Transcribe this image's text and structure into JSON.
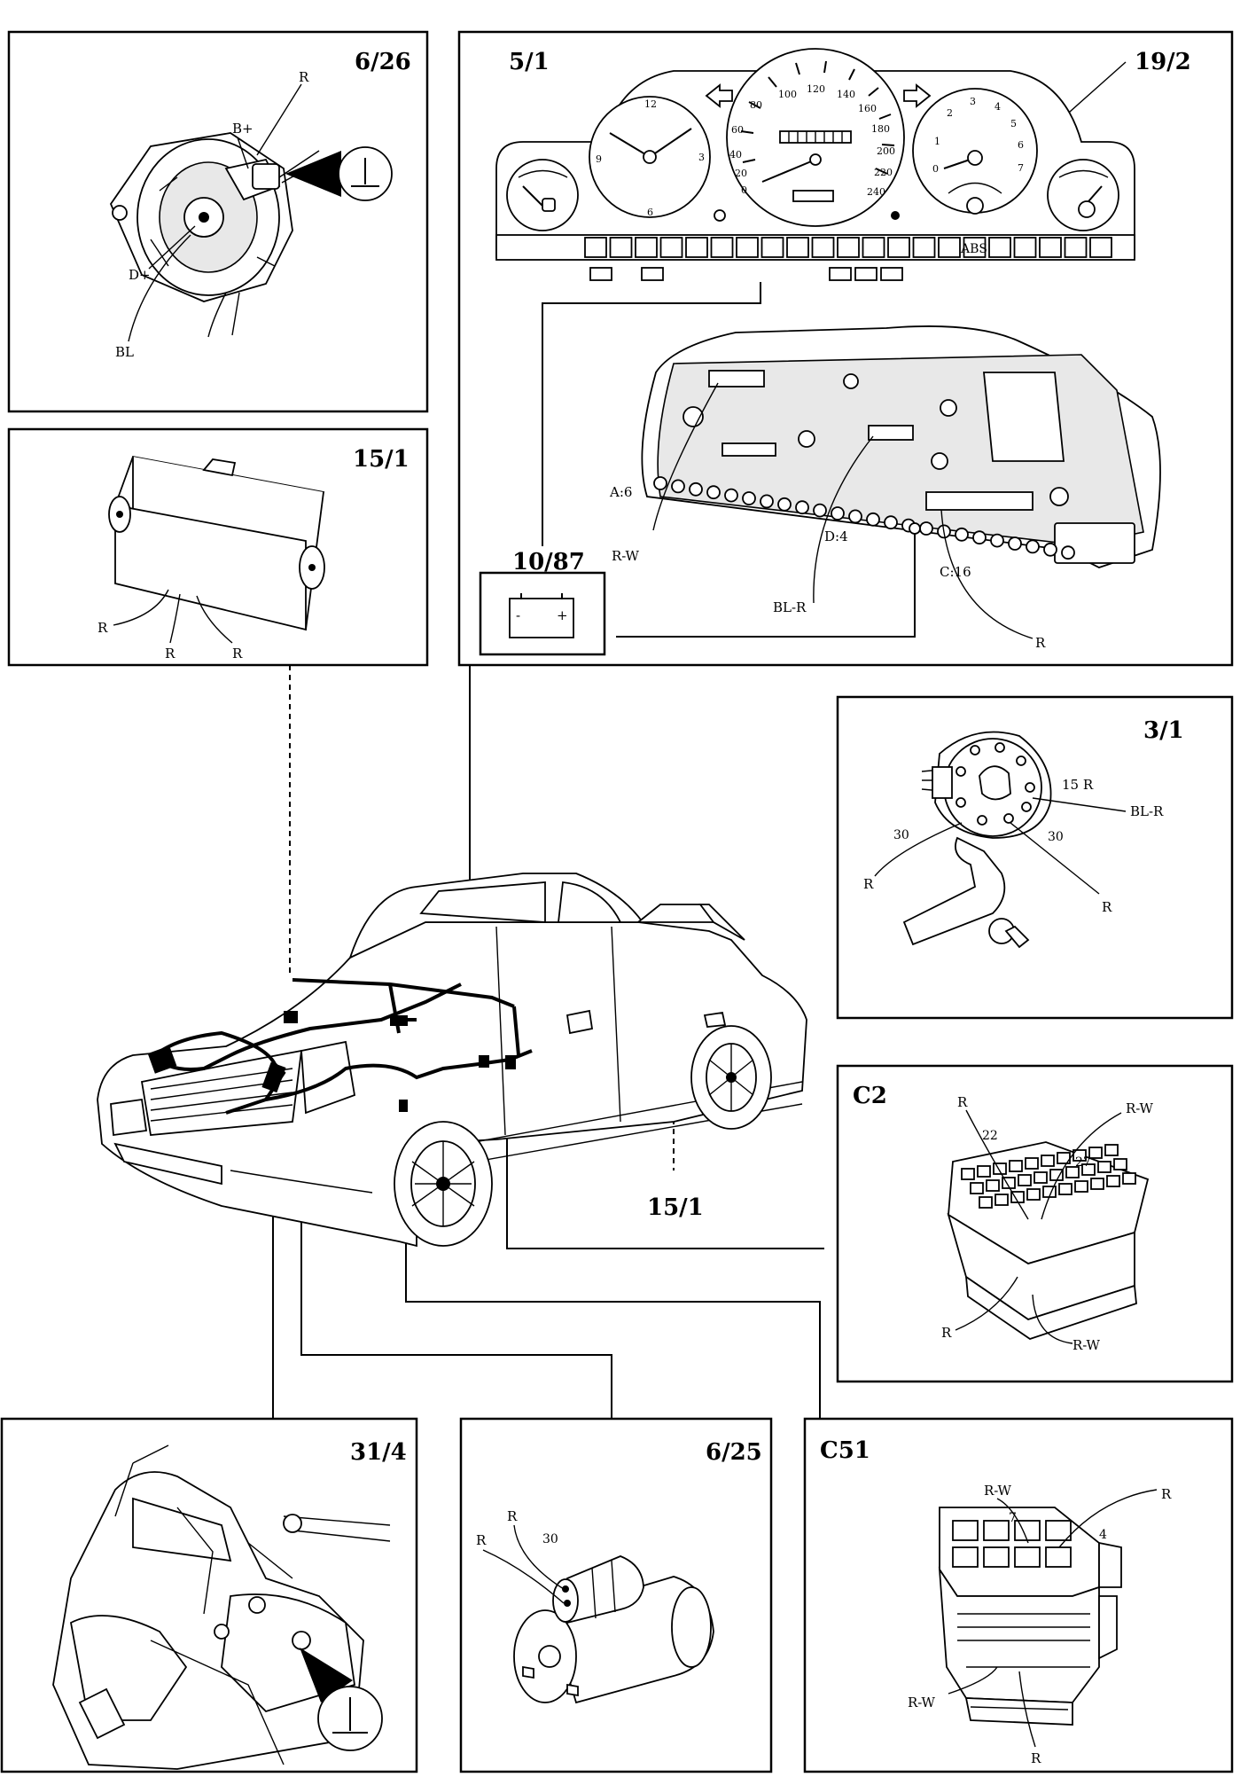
{
  "panels": {
    "p6_26": {
      "title": "6/26",
      "labels": {
        "r": "R",
        "bplus": "B+",
        "dplus": "D+",
        "bl": "BL"
      }
    },
    "p5_1": {
      "title": "5/1",
      "callout": "19/2",
      "labels": {
        "a6": "A:6",
        "rw": "R-W",
        "d4": "D:4",
        "blr": "BL-R",
        "c16": "C:16",
        "r": "R"
      },
      "speedo": [
        "0",
        "20",
        "40",
        "60",
        "80",
        "100",
        "120",
        "140",
        "160",
        "180",
        "200",
        "220",
        "240"
      ],
      "clock": [
        "12",
        "3",
        "6",
        "9"
      ],
      "tacho": [
        "0",
        "1",
        "2",
        "3",
        "4",
        "5",
        "6",
        "7"
      ],
      "warn_abs": "ABS"
    },
    "p10_87": {
      "title": "10/87",
      "minus": "-",
      "plus": "+"
    },
    "p15_1": {
      "title": "15/1",
      "labels": {
        "r1": "R",
        "r2": "R",
        "r3": "R"
      }
    },
    "p3_1": {
      "title": "3/1",
      "labels": {
        "r15": "15 R",
        "blr": "BL-R",
        "p30a": "30",
        "p30b": "30",
        "ra": "R",
        "rb": "R"
      }
    },
    "pC2": {
      "title": "C2",
      "labels": {
        "rtop": "R",
        "rwtop": "R-W",
        "p22": "22",
        "p27": "27",
        "rbot": "R",
        "rwbot": "R-W"
      }
    },
    "p31_4": {
      "title": "31/4"
    },
    "p6_25": {
      "title": "6/25",
      "labels": {
        "r1": "R",
        "r2": "R",
        "p30": "30"
      }
    },
    "pC51": {
      "title": "C51",
      "labels": {
        "rwtop": "R-W",
        "rtop": "R",
        "p7": "7",
        "p4": "4",
        "rwbot": "R-W",
        "rbot": "R"
      }
    },
    "car": {
      "callout": "15/1"
    }
  }
}
